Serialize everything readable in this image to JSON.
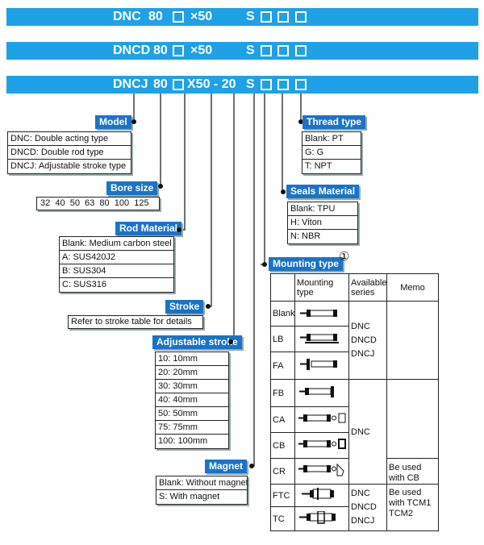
{
  "header": {
    "line1": {
      "prefix": "DNC",
      "bore": "80",
      "stroke": "×50",
      "s": "S"
    },
    "line2": {
      "prefix": "DNCD",
      "bore": "80",
      "stroke": "×50",
      "s": "S"
    },
    "line3": {
      "prefix": "DNCJ",
      "bore": "80",
      "stroke": "X50 - 20",
      "s": "S"
    }
  },
  "model": {
    "title": "Model",
    "items": [
      "DNC: Double acting type",
      "DNCD: Double rod type",
      "DNCJ: Adjustable stroke type"
    ]
  },
  "bore": {
    "title": "Bore size",
    "values": "32  40  50  63  80  100  125"
  },
  "rod": {
    "title": "Rod Material",
    "items": [
      "Blank: Medium carbon steel",
      "A: SUS420J2",
      "B: SUS304",
      "C: SUS316"
    ]
  },
  "stroke": {
    "title": "Stroke",
    "note": "Refer to stroke table for details"
  },
  "adjustable": {
    "title": "Adjustable stroke",
    "items": [
      "10: 10mm",
      "20: 20mm",
      "30: 30mm",
      "40: 40mm",
      "50: 50mm",
      "75: 75mm",
      "100: 100mm"
    ]
  },
  "magnet": {
    "title": "Magnet",
    "items": [
      "Blank: Without magnet",
      "S: With magnet"
    ]
  },
  "thread": {
    "title": "Thread type",
    "items": [
      "Blank: PT",
      "G: G",
      "T: NPT"
    ]
  },
  "seals": {
    "title": "Seals Material",
    "items": [
      "Blank: TPU",
      "H: Viton",
      "N: NBR"
    ]
  },
  "mounting": {
    "title": "Mounting type",
    "marker": "①",
    "col_type": "Mounting type",
    "col_series": "Available series",
    "col_memo": "Memo",
    "rows": [
      "Blank",
      "LB",
      "FA",
      "FB",
      "CA",
      "CB",
      "CR",
      "FTC",
      "TC"
    ],
    "series_a": [
      "DNC",
      "DNCD",
      "DNCJ"
    ],
    "series_b": "DNC",
    "series_c": [
      "DNC",
      "DNCD",
      "DNCJ"
    ],
    "memo_cr": [
      "Be used",
      "with CB"
    ],
    "memo_ftc": [
      "Be used",
      "with TCM1",
      "TCM2"
    ]
  },
  "colors": {
    "band": "#1ea1e6",
    "label": "#1a73c8"
  }
}
